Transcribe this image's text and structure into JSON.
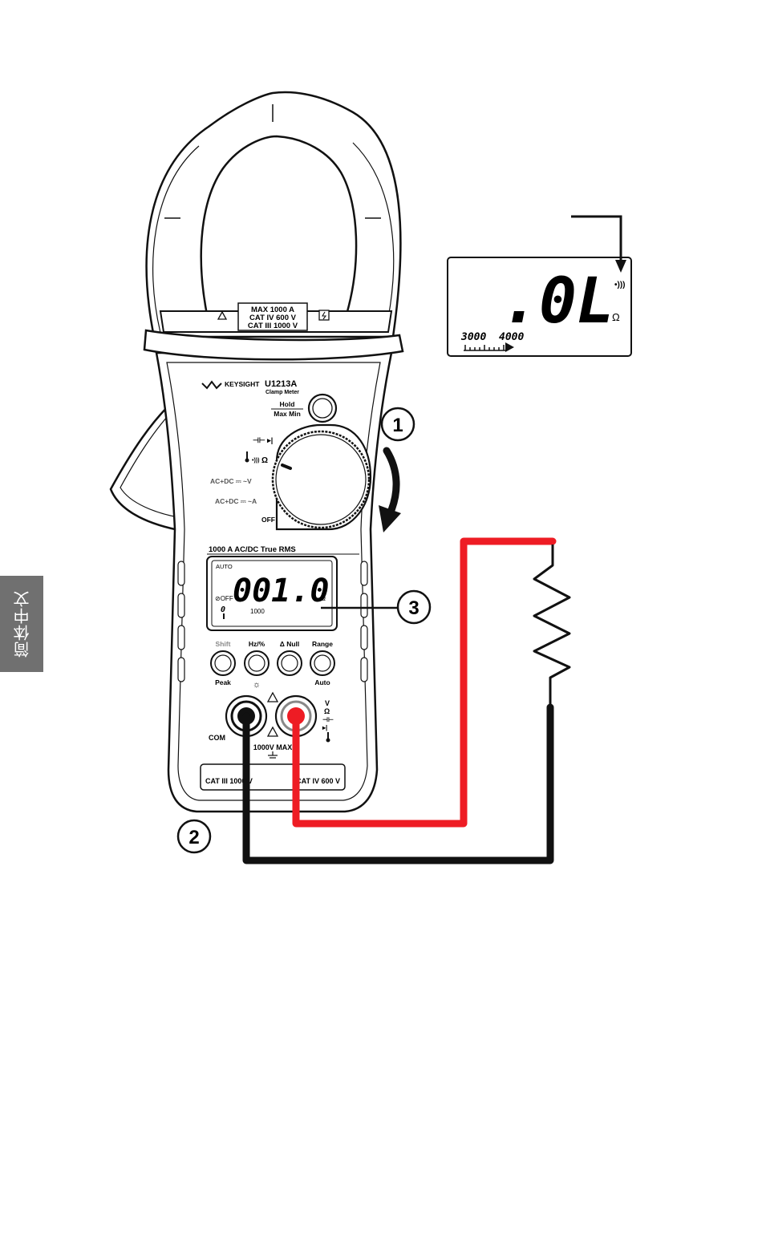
{
  "side_tab": {
    "label": "简体中文"
  },
  "meter": {
    "brand": "KEYSIGHT",
    "model": "U1213A",
    "subtitle": "Clamp Meter",
    "ratings": [
      "MAX 1000 A",
      "CAT IV 600 V",
      "CAT III 1000 V"
    ],
    "hold_label": "Hold",
    "maxmin_label": "Max Min",
    "dial": {
      "cap_diode_label": "⊣⊢ ▸|",
      "ohm_label": "Ω",
      "v_label": "AC+DC ⎓ ~V",
      "a_label": "AC+DC ⎓ ~A",
      "off_label": "OFF"
    },
    "trms_label": "1000 A AC/DC True RMS",
    "lcd": {
      "auto": "AUTO",
      "reading": "001.0",
      "off_indicator": "⊘OFF",
      "unit": "Ω",
      "scale_small": "0",
      "scale_label": "1000"
    },
    "buttons": [
      {
        "top": "Shift",
        "bottom": "Peak"
      },
      {
        "top": "Hz/%",
        "bottom": "☼"
      },
      {
        "top": "Δ Null",
        "bottom": ""
      },
      {
        "top": "Range",
        "bottom": "Auto"
      }
    ],
    "terminal_common": "COM",
    "terminal_input": [
      "V",
      "Ω",
      "⊣⊢",
      "▸|"
    ],
    "max_voltage": "1000V MAX",
    "cat_left": "CAT III 1000 V",
    "cat_right": "CAT IV 600 V"
  },
  "inset_display": {
    "reading": ".0L",
    "continuity_icon": "•)))",
    "unit": "Ω",
    "scale_left": "3000",
    "scale_right": "4000"
  },
  "callouts": [
    "1",
    "2",
    "3"
  ],
  "colors": {
    "red_probe": "#ee1c24",
    "black_probe": "#111111",
    "panel_grey": "#707070"
  }
}
